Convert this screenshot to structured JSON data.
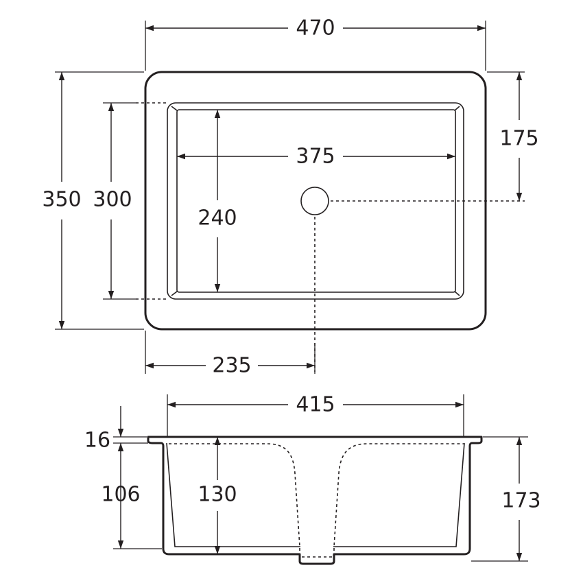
{
  "plan_view": {
    "overall_width": "470",
    "overall_depth": "350",
    "bowl_width": "375",
    "bowl_depth": "300",
    "bowl_inner_depth": "240",
    "waste_offset_from_edge": "175",
    "waste_offset_from_side": "235"
  },
  "section_view": {
    "bowl_width": "415",
    "rim_thickness": "16",
    "bowl_depth_below_rim": "106",
    "internal_depth": "130",
    "overall_height": "173"
  }
}
